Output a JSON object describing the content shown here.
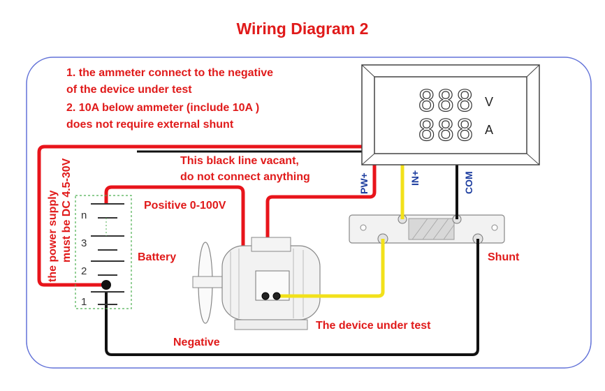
{
  "title": "Wiring Diagram 2",
  "notes": [
    "1. the ammeter connect to the negative",
    "of the device under test",
    "2. 10A below ammeter (include 10A )",
    "does not require external shunt"
  ],
  "meter": {
    "digits_top": "888",
    "digits_bottom": "888",
    "unit_top": "V",
    "unit_bottom": "A"
  },
  "labels": {
    "black_line_1": "This black line vacant,",
    "black_line_2": "do not connect anything",
    "positive": "Positive 0-100V",
    "battery": "Battery",
    "shunt": "Shunt",
    "device": "The device under test",
    "negative": "Negative",
    "pw": "PW+",
    "in": "IN+",
    "com": "COM",
    "power_1": "the power supply",
    "power_2": "must be DC 4.5-30V"
  },
  "battery_cells": [
    "n",
    "3",
    "2",
    "1"
  ],
  "colors": {
    "red_wire": "#e8141b",
    "yellow_wire": "#f2e11a",
    "black_wire": "#111111",
    "frame": "#4a5ad0",
    "text_red": "#e01a1a",
    "text_blue": "#1f3fa0"
  }
}
